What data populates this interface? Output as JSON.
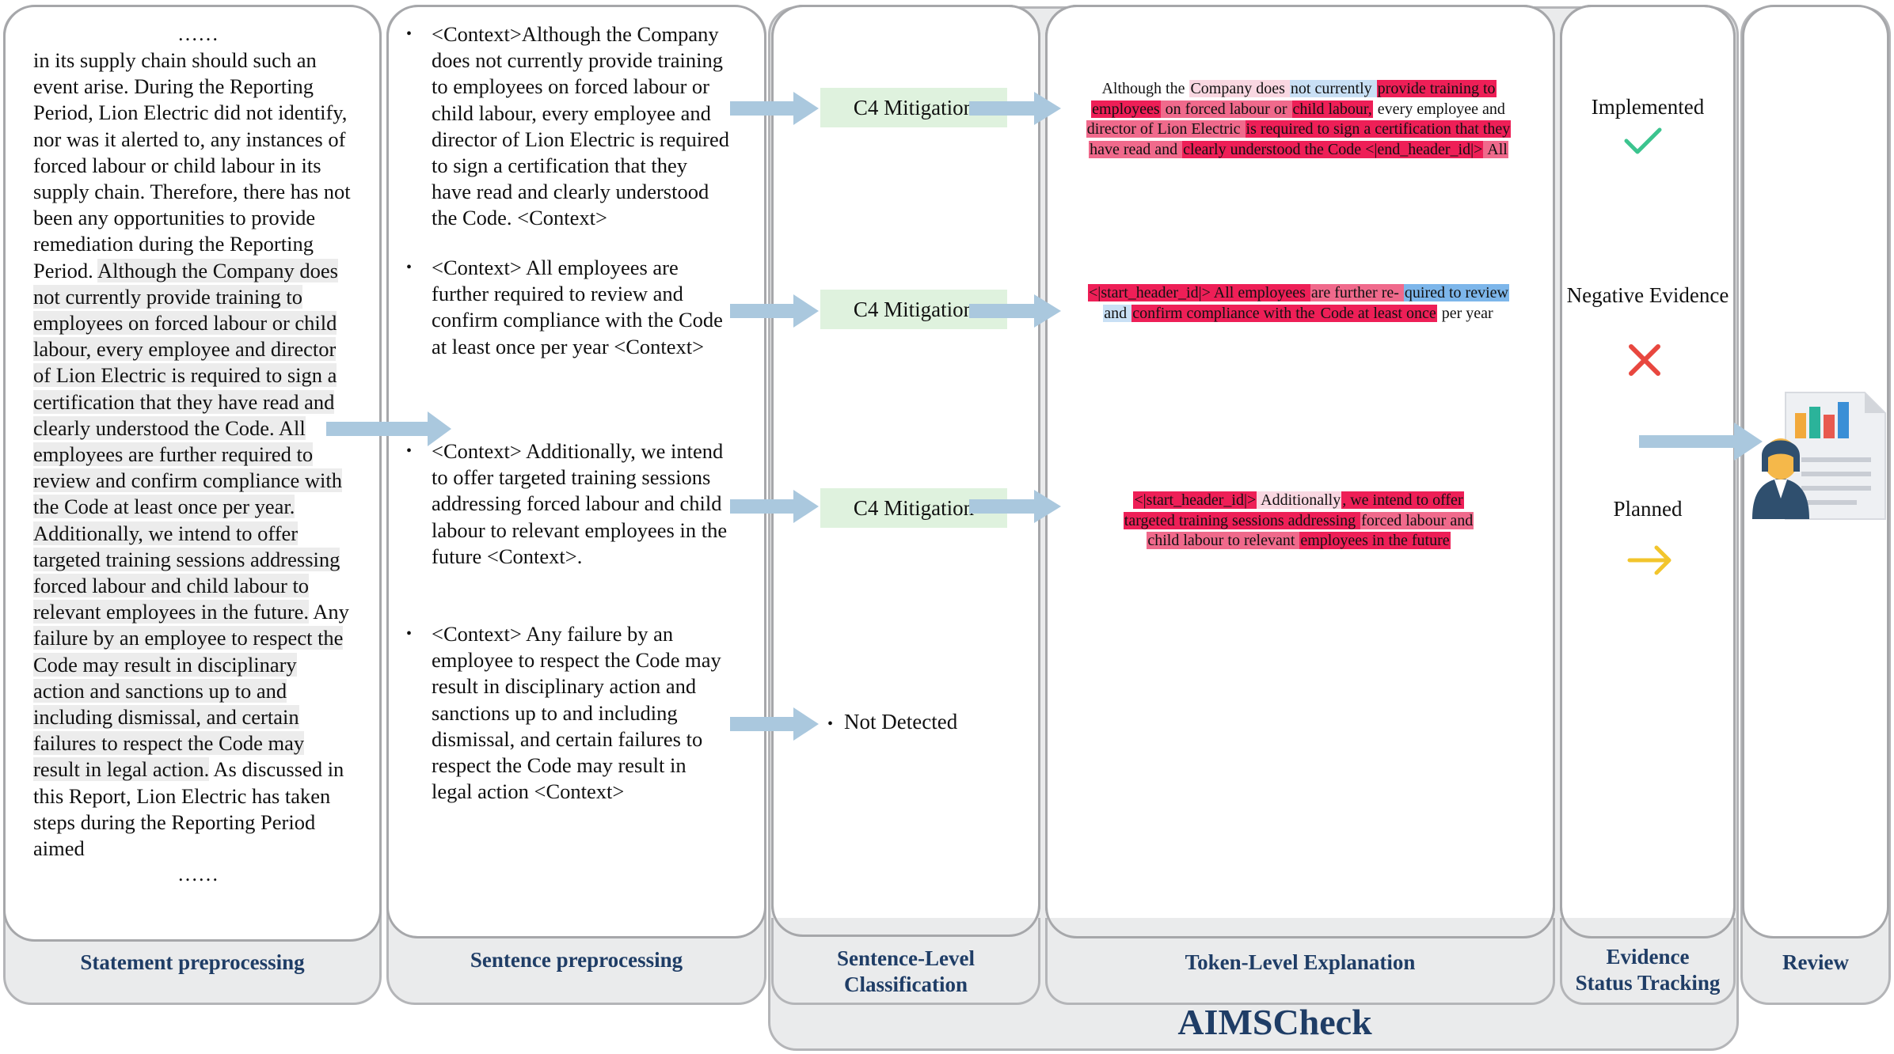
{
  "panels": {
    "statement": "Statement preprocessing",
    "sentence": "Sentence preprocessing",
    "classification": "Sentence-Level\nClassification",
    "token": "Token-Level Explanation",
    "evidence": "Evidence\nStatus Tracking",
    "review": "Review",
    "aims": "AIMSCheck"
  },
  "statement": {
    "ellipsis_top": "……",
    "ellipsis_bottom": "……",
    "lines": [
      {
        "text": "in its supply chain should such an",
        "hl": false
      },
      {
        "text": "event arise. During the Reporting",
        "hl": false
      },
      {
        "text": "Period, Lion Electric did not identify,",
        "hl": false
      },
      {
        "text": "nor was it alerted to, any instances of",
        "hl": false
      },
      {
        "text": "forced labour or child labour in its",
        "hl": false
      },
      {
        "text": "supply chain. Therefore, there has not",
        "hl": false
      },
      {
        "text": "been any opportunities to provide",
        "hl": false
      },
      {
        "text": "remediation during the Reporting",
        "hl": false
      },
      {
        "pre": "Period.  ",
        "text": "Although the Company does",
        "hl": true
      },
      {
        "text": "not currently provide training to",
        "hl": true
      },
      {
        "text": "employees on forced labour or child",
        "hl": true
      },
      {
        "text": "labour, every employee and director",
        "hl": true
      },
      {
        "text": "of Lion Electric is required to sign a",
        "hl": true
      },
      {
        "text": "certification that they have read and",
        "hl": true
      },
      {
        "text": "clearly understood the Code. All",
        "hl": true
      },
      {
        "text": "employees are further required to",
        "hl": true
      },
      {
        "text": "review and confirm compliance with",
        "hl": true
      },
      {
        "text": "the Code at least once per year.",
        "hl": true
      },
      {
        "text": "Additionally, we intend to offer",
        "hl": true
      },
      {
        "text": "targeted training sessions addressing",
        "hl": true
      },
      {
        "text": "forced labour and child labour to",
        "hl": true
      },
      {
        "text": "relevant employees in the future.",
        "hl": true,
        "post": " Any"
      },
      {
        "text": "failure by an employee to respect the",
        "hl": true
      },
      {
        "text": "Code may result in disciplinary",
        "hl": true
      },
      {
        "text": "action and sanctions up to and",
        "hl": true
      },
      {
        "text": "including dismissal, and certain",
        "hl": true
      },
      {
        "text": "failures to respect the Code may",
        "hl": true
      },
      {
        "text": "result in legal action.",
        "hl": true,
        "post": " As discussed in"
      },
      {
        "text": "this Report, Lion Electric has taken",
        "hl": false
      },
      {
        "text": "steps during the Reporting Period",
        "hl": false
      },
      {
        "text": "aimed",
        "hl": false
      }
    ]
  },
  "sentences": [
    {
      "bullet": "•",
      "lines": [
        "<Context>Although the Company",
        "does not currently provide training",
        "to employees on forced labour or",
        "child labour, every employee and",
        "director of Lion Electric is required",
        "to sign a certification that they",
        "have read and clearly understood",
        "the Code. <Context>"
      ]
    },
    {
      "bullet": "•",
      "lines": [
        "<Context> All employees are",
        "further required to review and",
        "confirm compliance with the Code",
        "at least once per year <Context>"
      ]
    },
    {
      "bullet": "•",
      "lines": [
        "<Context> Additionally, we intend",
        "to offer targeted training sessions",
        "addressing forced labour and child",
        "labour to relevant employees in the",
        "future <Context>."
      ]
    },
    {
      "bullet": "•",
      "lines": [
        "<Context> Any failure by an",
        "employee to respect the Code may",
        "result in disciplinary action and",
        "sanctions up to and including",
        "dismissal, and certain failures to",
        "respect the Code may result in",
        "legal action <Context>"
      ]
    }
  ],
  "classification": {
    "labels": [
      "C4 Mitigation",
      "C4 Mitigation",
      "C4 Mitigation"
    ],
    "not_detected_bullet": "•",
    "not_detected": "Not Detected"
  },
  "tokens": [
    [
      [
        [
          "Although the ",
          "n"
        ],
        [
          "Company does ",
          "p"
        ],
        [
          "not currently ",
          "b2"
        ],
        [
          "provide training to",
          "r"
        ]
      ],
      [
        [
          "employees",
          "r"
        ],
        [
          " on forced labour or ",
          "m"
        ],
        [
          "child labour,",
          "r"
        ],
        [
          " every employee and",
          "n"
        ]
      ],
      [
        [
          "director of Lion Electric ",
          "m"
        ],
        [
          "is required to sign a certification that they",
          "r"
        ]
      ],
      [
        [
          "have read and ",
          "m"
        ],
        [
          "clearly understood the Code <|end_header_id|>",
          "r"
        ],
        [
          " All",
          "m"
        ]
      ]
    ],
    [
      [
        [
          "<|start_header_id|> All employees ",
          "r"
        ],
        [
          "are further re- ",
          "m"
        ],
        [
          "quired to review",
          "b1"
        ]
      ],
      [
        [
          "and ",
          "b2"
        ],
        [
          "confirm compliance with the ",
          "r"
        ],
        [
          "Code at least once",
          "r"
        ],
        [
          " per year",
          "n"
        ]
      ]
    ],
    [
      [
        [
          "<|start_header_id|>",
          "r"
        ],
        [
          " Additionally",
          "p"
        ],
        [
          ", we intend to offer",
          "r"
        ]
      ],
      [
        [
          "targeted training sessions addressing ",
          "r"
        ],
        [
          "forced labour and",
          "m"
        ]
      ],
      [
        [
          "child labour to relevant ",
          "m"
        ],
        [
          "employees in the future",
          "r"
        ]
      ]
    ]
  ],
  "evidence": {
    "implemented": "Implemented",
    "negative": "Negative Evidence",
    "planned": "Planned",
    "colors": {
      "check": "#3cc48f",
      "cross": "#e8473f",
      "arrow": "#f2c52c"
    }
  },
  "colors": {
    "label": "#1f3d66",
    "arrow": "#aac8de",
    "strong": "#ee1f57",
    "medium": "#f06a8c",
    "pale": "#f9d7e1",
    "blue": "#7db6ea",
    "pale_blue": "#c9e0f5",
    "c4_bg": "#dff2de"
  }
}
